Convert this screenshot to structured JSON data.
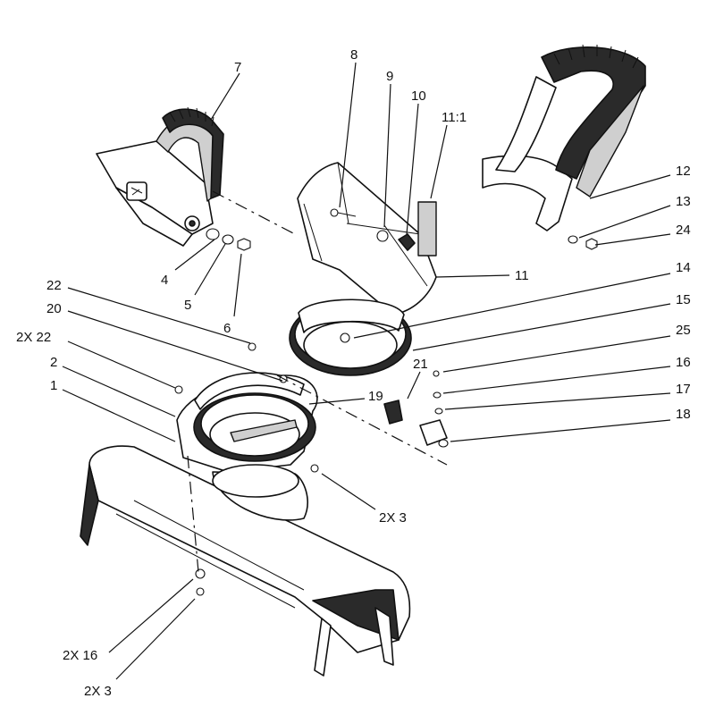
{
  "callouts": {
    "c1": "1",
    "c2": "2",
    "c2x22": "2X 22",
    "c20": "20",
    "c22": "22",
    "c4": "4",
    "c5": "5",
    "c6": "6",
    "c7": "7",
    "c8": "8",
    "c9": "9",
    "c10": "10",
    "c11_1": "11:1",
    "c11": "11",
    "c12": "12",
    "c13": "13",
    "c24": "24",
    "c14": "14",
    "c15": "15",
    "c25": "25",
    "c16": "16",
    "c17": "17",
    "c18": "18",
    "c19": "19",
    "c21": "21",
    "c2x3a": "2X 3",
    "c2x16": "2X 16",
    "c2x3b": "2X 3"
  },
  "colors": {
    "line": "#111111",
    "background": "#ffffff"
  }
}
